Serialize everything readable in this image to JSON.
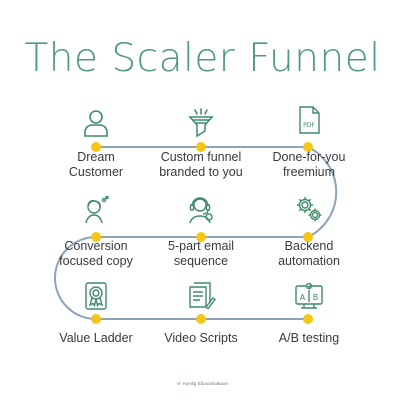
{
  "title": "The Scaler Funnel",
  "colors": {
    "title": "#4f9a78",
    "path": "#8ea2b6",
    "dot": "#f5c518",
    "icon": "#3f8a6a"
  },
  "steps": [
    {
      "label": "Dream\nCustomer",
      "icon": "person-icon"
    },
    {
      "label": "Custom funnel\nbranded to you",
      "icon": "funnel-icon"
    },
    {
      "label": "Done-for-you\nfreemium",
      "icon": "pdf-icon",
      "icon_text": "PDF"
    },
    {
      "label": "Backend\nautomation",
      "icon": "gears-icon"
    },
    {
      "label": "5-part email\nsequence",
      "icon": "headset-agent-icon"
    },
    {
      "label": "Conversion\nfocused copy",
      "icon": "woman-thinking-icon"
    },
    {
      "label": "Value Ladder",
      "icon": "award-badge-icon"
    },
    {
      "label": "Video Scripts",
      "icon": "script-document-icon"
    },
    {
      "label": "A/B testing",
      "icon": "ab-test-icon",
      "icon_text": "AB"
    }
  ],
  "footer": "Kymlig Ebouanbakaoe"
}
